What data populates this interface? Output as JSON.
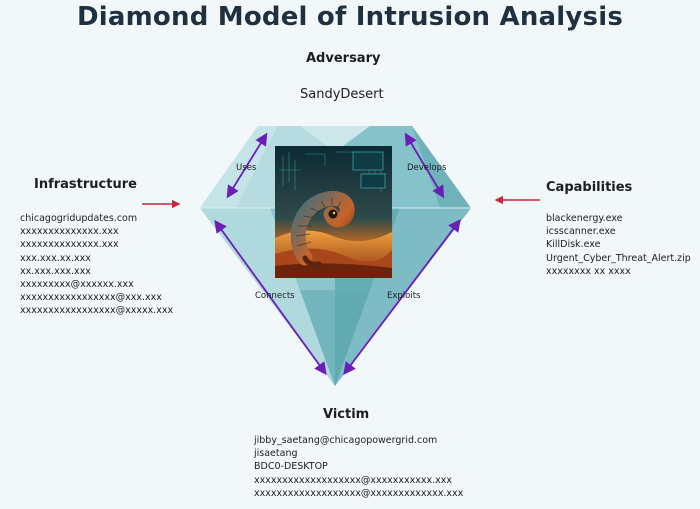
{
  "title": "Diamond Model of Intrusion Analysis",
  "adversary": {
    "heading": "Adversary",
    "name": "SandyDesert"
  },
  "infrastructure": {
    "heading": "Infrastructure",
    "items": [
      "chicagogridupdates.com",
      "xxxxxxxxxxxxxx.xxx",
      "xxxxxxxxxxxxxx.xxx",
      "xxx.xxx.xx.xxx",
      "xx.xxx.xxx.xxx",
      "xxxxxxxxx@xxxxxx.xxx",
      "xxxxxxxxxxxxxxxxx@xxx.xxx",
      "xxxxxxxxxxxxxxxxx@xxxxx.xxx"
    ]
  },
  "capabilities": {
    "heading": "Capabilities",
    "items": [
      "blackenergy.exe",
      "icsscanner.exe",
      "KillDisk.exe",
      "Urgent_Cyber_Threat_Alert.zip",
      "xxxxxxxx xx xxxx"
    ]
  },
  "victim": {
    "heading": "Victim",
    "items": [
      "jibby_saetang@chicagopowergrid.com",
      "jisaetang",
      "BDC0-DESKTOP",
      "xxxxxxxxxxxxxxxxxxx@xxxxxxxxxxx.xxx",
      "xxxxxxxxxxxxxxxxxxx@xxxxxxxxxxxxx.xxx"
    ]
  },
  "edges": {
    "uses": "Uses",
    "develops": "Develops",
    "connects": "Connects",
    "exploits": "Exploits"
  },
  "colors": {
    "arrow_purple": "#6a1fb8",
    "arrow_red": "#c8283c",
    "diamond_light": "#a6d3d9",
    "diamond_mid": "#7fbfc7",
    "diamond_dark": "#5aa4ab"
  },
  "image": "sand-worm illustration"
}
